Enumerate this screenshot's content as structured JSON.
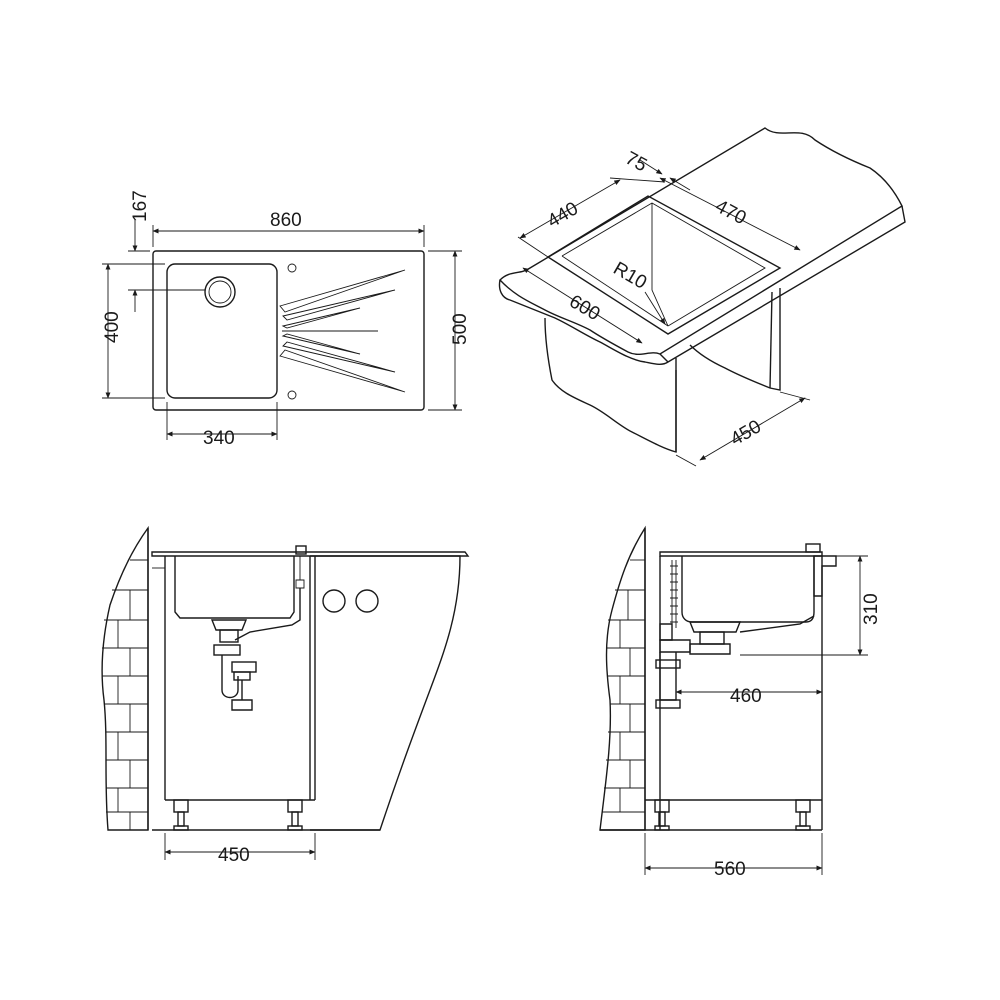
{
  "dimensions": {
    "top_view": {
      "overall_width": "860",
      "overall_depth": "500",
      "bowl_width": "340",
      "bowl_depth": "400",
      "edge_offset": "167"
    },
    "perspective_view": {
      "bowl_width": "440",
      "back_offset": "75",
      "drainer_length": "470",
      "corner_radius": "R10",
      "cutout_front": "600",
      "cabinet_depth": "450"
    },
    "front_view": {
      "cabinet_width": "450"
    },
    "side_view": {
      "bowl_height": "310",
      "drain_offset": "460",
      "cabinet_depth": "560"
    }
  }
}
